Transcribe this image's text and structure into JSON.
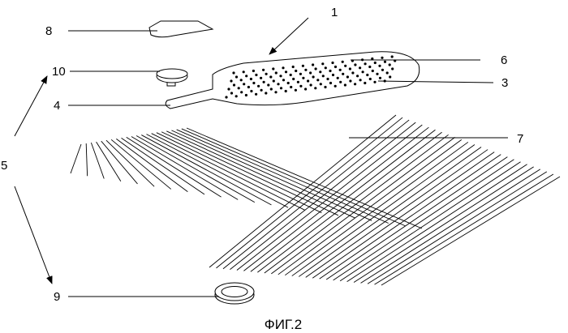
{
  "figure": {
    "caption": "ФИГ.2",
    "labels": {
      "l1": "1",
      "l3": "3",
      "l4": "4",
      "l5": "5",
      "l6": "6",
      "l7": "7",
      "l8": "8",
      "l9": "9",
      "l10": "10"
    }
  }
}
